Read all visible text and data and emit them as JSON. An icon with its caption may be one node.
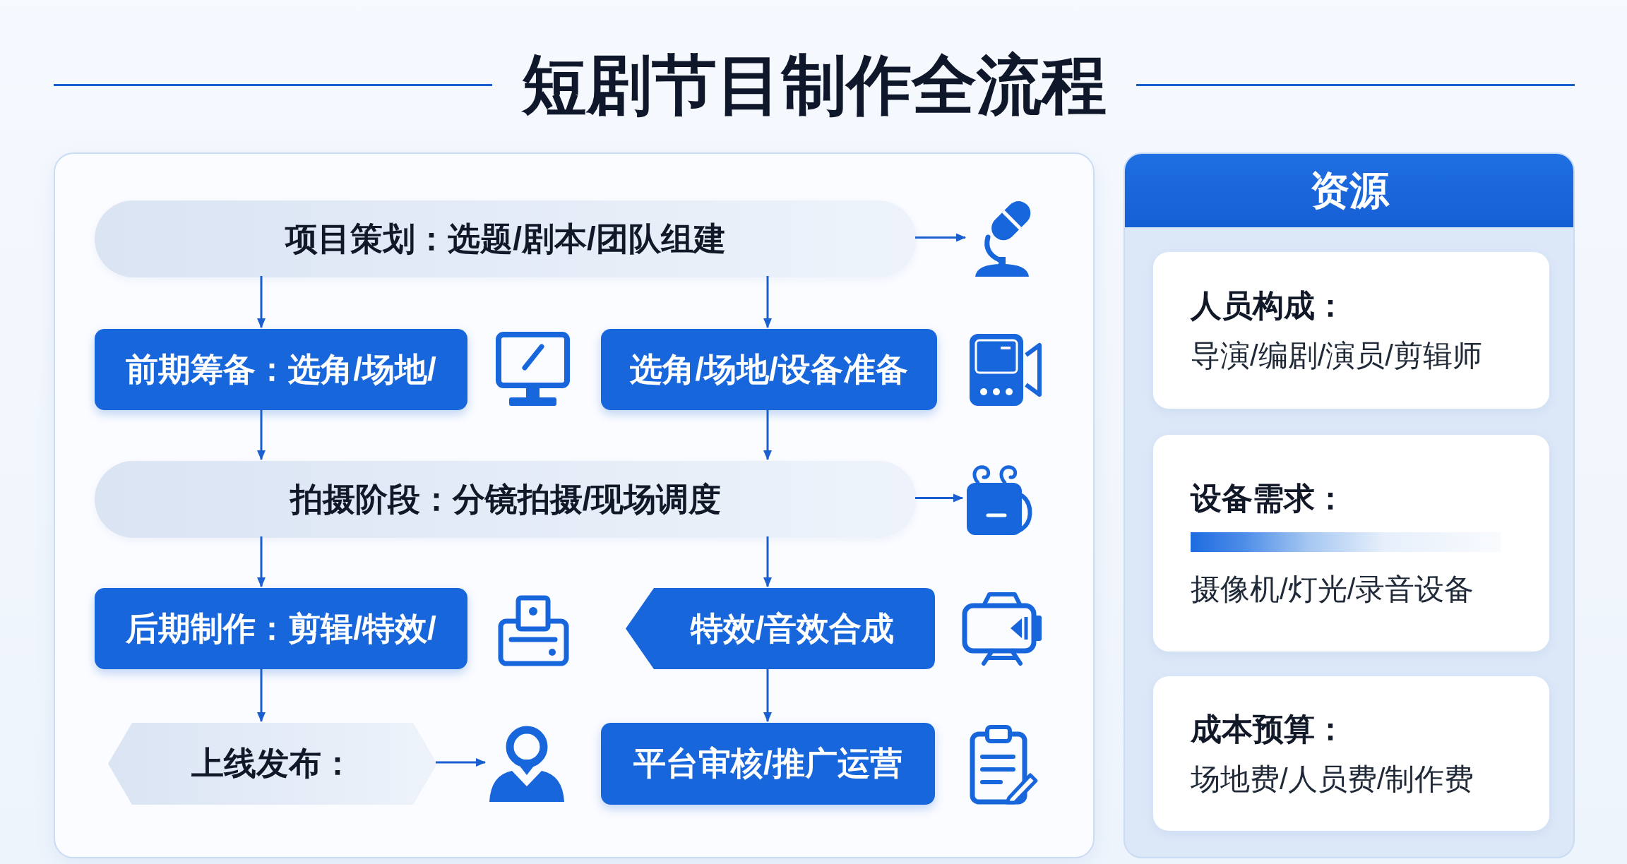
{
  "diagram": {
    "title": "短剧节目制作全流程",
    "nodes": [
      {
        "text": [],
        "shape": "box"
      },
      {
        "text": [
          "项目策划：选题/剧本/团队组建"
        ],
        "in": 0
      },
      {
        "text": [],
        "shape": "picture",
        "in": 0
      },
      {
        "text": [
          "前期筹备：选角/场地/"
        ],
        "in": 0
      },
      {
        "text": [
          "选角/场地/设备准备"
        ],
        "in": 0
      },
      {
        "text": [
          "拍摄阶段：分镜拍摄/现场调度"
        ],
        "in": 0
      },
      {
        "text": [],
        "shape": "picture",
        "in": 0
      },
      {
        "text": [
          "后期制作：剪辑/特效/"
        ],
        "in": 0
      },
      {
        "text": [
          "特效/音效合成"
        ],
        "in": 0
      },
      {
        "text": [
          "上线发布："
        ],
        "in": 0
      },
      {
        "text": [],
        "shape": "picture",
        "in": 0
      },
      {
        "text": [
          "平台审核/推广运营"
        ],
        "in": 0
      },
      {
        "text": [
          "资源"
        ]
      },
      {
        "text": [
          "人员构成：",
          "导演/编剧/演员/剪辑师"
        ],
        "in": 12
      },
      {
        "text": [
          "设备需求：",
          "摄像机/灯光/录音设备"
        ],
        "in": 12
      },
      {
        "text": [
          "成本预算：",
          "场地费/人员费/制作费"
        ],
        "in": 12
      }
    ],
    "edges": [
      {
        "from": 1,
        "to": 2,
        "arrow": "to"
      },
      {
        "from": 1,
        "to": 3,
        "arrow": "to"
      },
      {
        "from": 1,
        "to": 4,
        "arrow": "to"
      },
      {
        "from": 3,
        "to": 5,
        "arrow": "to"
      },
      {
        "from": 4,
        "to": 5,
        "arrow": "to"
      },
      {
        "from": 5,
        "to": 6,
        "arrow": "to"
      },
      {
        "from": 5,
        "to": 7,
        "arrow": "to"
      },
      {
        "from": 5,
        "to": 8,
        "arrow": "to"
      },
      {
        "from": 7,
        "to": 9,
        "arrow": "to"
      },
      {
        "from": 8,
        "to": 11,
        "arrow": "to"
      },
      {
        "from": 9,
        "to": 10,
        "arrow": "to"
      }
    ]
  }
}
